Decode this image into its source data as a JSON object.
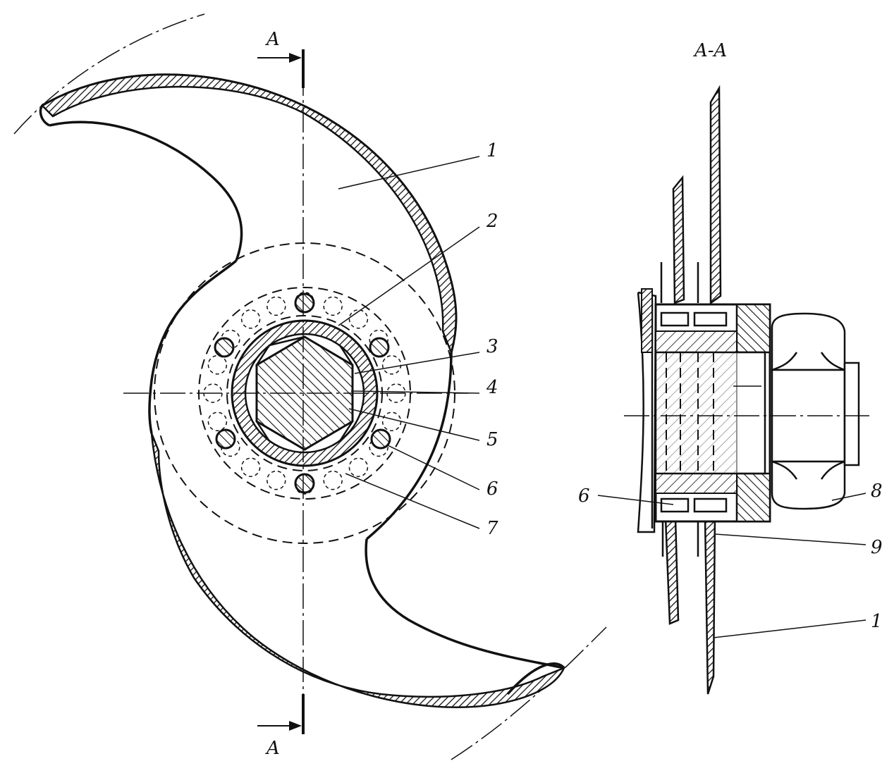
{
  "section_marks": {
    "top": "A",
    "bottom": "A",
    "view_title": "A-A"
  },
  "front_view": {
    "callouts": [
      "1",
      "2",
      "3",
      "4",
      "5",
      "6",
      "7"
    ]
  },
  "section_view": {
    "callouts": [
      "6",
      "8",
      "9",
      "1"
    ]
  },
  "colors": {
    "line": "#111111",
    "background": "#ffffff"
  }
}
